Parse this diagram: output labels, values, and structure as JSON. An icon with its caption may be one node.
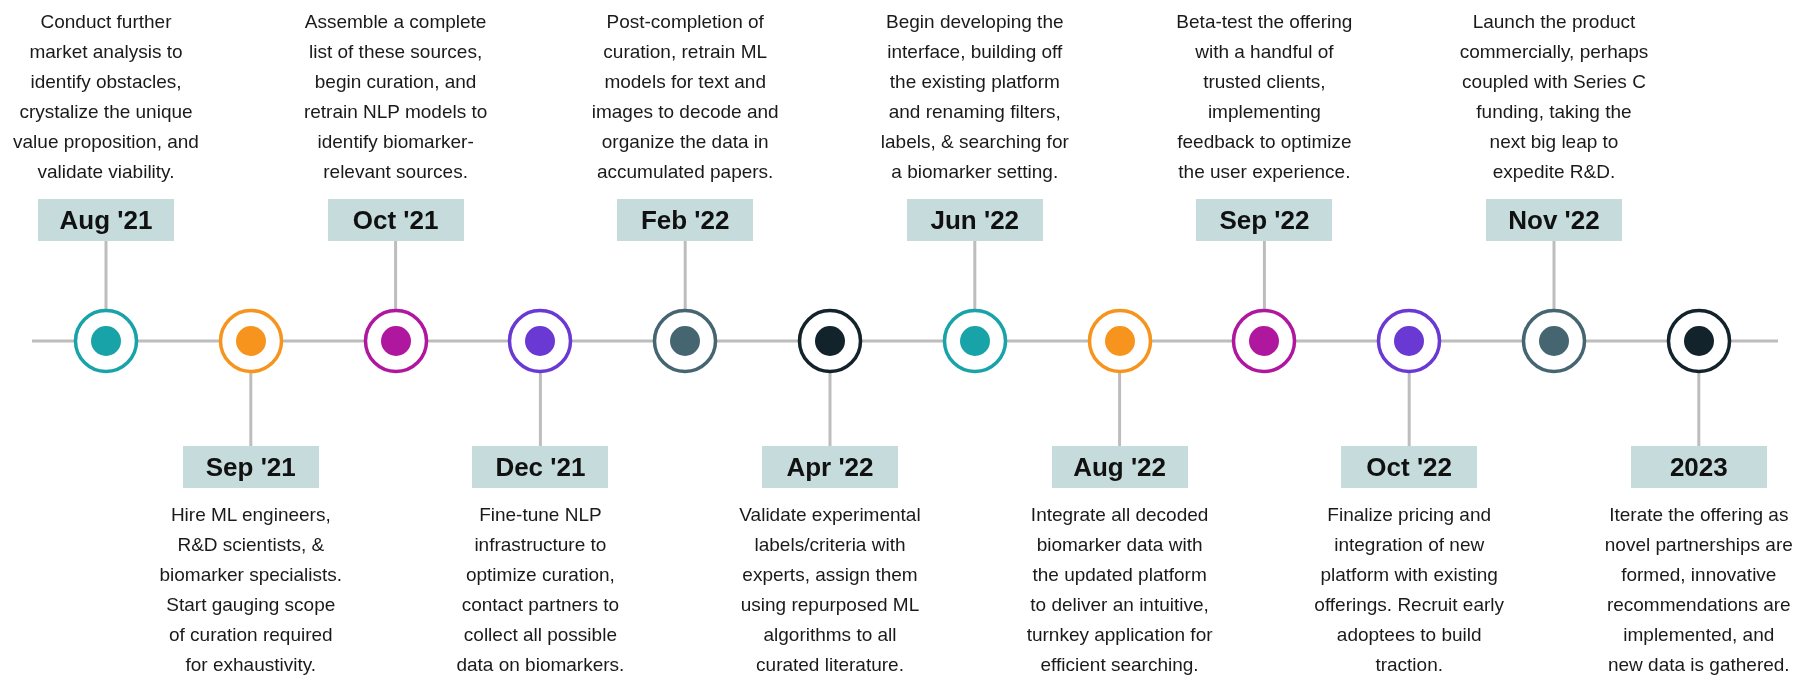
{
  "diagram": {
    "nodes": [
      {
        "text": [
          "Conduct further market analysis to identify obstacles, crystalize the unique value proposition, and validate viability.",
          "Aug '21"
        ]
      },
      {
        "text": [],
        "shape": "circle"
      },
      {
        "text": [
          "Sep '21",
          "Hire ML engineers, R&D scientists, & biomarker specialists. Start gauging scope of curation required for exhaustivity."
        ]
      },
      {
        "text": [],
        "shape": "circle"
      },
      {
        "text": [
          "Assemble a complete list of these sources, begin curation, and retrain NLP models to identify biomarker-relevant sources.",
          "Oct '21"
        ]
      },
      {
        "text": [],
        "shape": "circle"
      },
      {
        "text": [
          "Dec '21",
          "Fine-tune NLP infrastructure to optimize curation, contact partners to collect all possible data on biomarkers."
        ]
      },
      {
        "text": [],
        "shape": "circle"
      },
      {
        "text": [
          "Post-completion of curation, retrain ML models for text and images to decode and organize the data in accumulated papers.",
          "Feb '22"
        ]
      },
      {
        "text": [],
        "shape": "circle"
      },
      {
        "text": [
          "Apr '22",
          "Validate experimental labels/criteria with experts, assign them using repurposed ML algorithms to all curated literature."
        ]
      },
      {
        "text": [],
        "shape": "circle"
      },
      {
        "text": [
          "Begin developing the interface, building off the existing platform and renaming filters, labels, & searching for a biomarker setting.",
          "Jun '22"
        ]
      },
      {
        "text": [],
        "shape": "circle"
      },
      {
        "text": [
          "Aug '22",
          "Integrate all decoded biomarker data with the updated platform to deliver an intuitive, turnkey application for efficient searching."
        ]
      },
      {
        "text": [],
        "shape": "circle"
      },
      {
        "text": [
          "Beta-test the offering with a handful of trusted clients, implementing feedback to optimize the user experience.",
          "Sep '22"
        ]
      },
      {
        "text": [],
        "shape": "circle"
      },
      {
        "text": [
          "Oct '22",
          "Finalize pricing and integration of new platform with existing offerings. Recruit early adoptees to build traction."
        ]
      },
      {
        "text": [],
        "shape": "circle"
      },
      {
        "text": [
          "Launch the product commercially, perhaps coupled with Series C funding, taking the next big leap to expedite R&D.",
          "Nov '22"
        ]
      },
      {
        "text": [],
        "shape": "circle"
      },
      {
        "text": [
          "2023",
          "Iterate the offering as novel partnerships are formed, innovative recommendations are implemented, and new data is gathered."
        ]
      },
      {
        "text": [],
        "shape": "circle"
      }
    ],
    "edges": [
      {
        "from": 0,
        "to": 1,
        "arrow": "none"
      },
      {
        "from": 2,
        "to": 3,
        "arrow": "none"
      },
      {
        "from": 4,
        "to": 5,
        "arrow": "none"
      },
      {
        "from": 6,
        "to": 7,
        "arrow": "none"
      },
      {
        "from": 8,
        "to": 9,
        "arrow": "none"
      },
      {
        "from": 10,
        "to": 11,
        "arrow": "none"
      },
      {
        "from": 12,
        "to": 13,
        "arrow": "none"
      },
      {
        "from": 14,
        "to": 15,
        "arrow": "none"
      },
      {
        "from": 16,
        "to": 17,
        "arrow": "none"
      },
      {
        "from": 18,
        "to": 19,
        "arrow": "none"
      },
      {
        "from": 20,
        "to": 21,
        "arrow": "none"
      },
      {
        "from": 22,
        "to": 23,
        "arrow": "none"
      }
    ]
  }
}
